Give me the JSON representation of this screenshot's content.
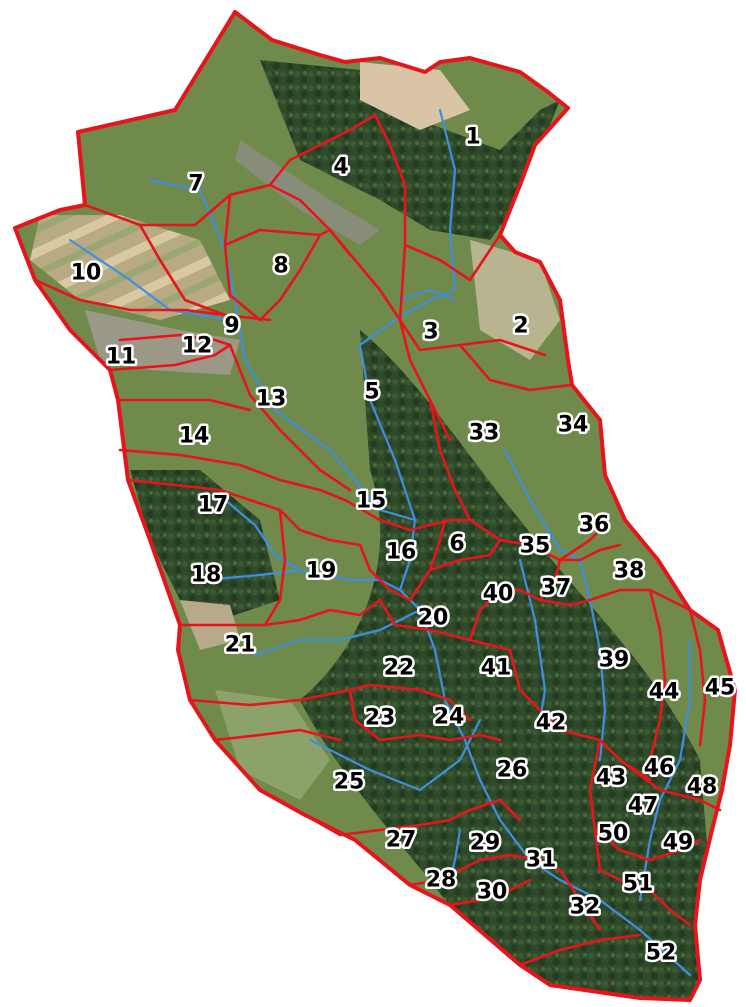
{
  "map": {
    "colors": {
      "boundary": "#e8141c",
      "stream": "#3f8fe0",
      "forest": "#2f4a2a",
      "meadow": "#6f8a4a",
      "field": "#c9b48d",
      "village": "#a39a92",
      "label_fill": "#000000",
      "label_halo": "#ffffff"
    },
    "subbasin_labels": [
      "1",
      "2",
      "3",
      "4",
      "5",
      "6",
      "7",
      "8",
      "9",
      "10",
      "11",
      "12",
      "13",
      "14",
      "15",
      "16",
      "17",
      "18",
      "19",
      "20",
      "21",
      "22",
      "23",
      "24",
      "25",
      "26",
      "27",
      "28",
      "29",
      "30",
      "31",
      "32",
      "33",
      "34",
      "35",
      "36",
      "37",
      "38",
      "39",
      "40",
      "41",
      "42",
      "43",
      "44",
      "45",
      "46",
      "47",
      "48",
      "49",
      "50",
      "51",
      "52"
    ]
  }
}
